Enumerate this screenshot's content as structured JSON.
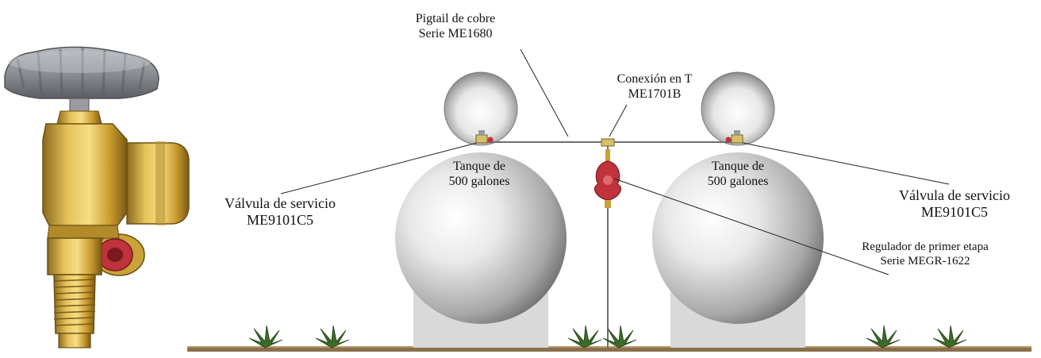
{
  "labels": {
    "pigtail": {
      "line1": "Pigtail de cobre",
      "line2": "Serie ME1680"
    },
    "tee": {
      "line1": "Conexión en T",
      "line2": "ME1701B"
    },
    "tank_left": {
      "line1": "Tanque de",
      "line2": "500 galones"
    },
    "tank_right": {
      "line1": "Tanque de",
      "line2": "500 galones"
    },
    "valve_left": {
      "line1": "Válvula de servicio",
      "line2": "ME9101C5"
    },
    "valve_right": {
      "line1": "Válvula de servicio",
      "line2": "ME9101C5"
    },
    "regulator": {
      "line1": "Regulador de primer etapa",
      "line2": "Serie MEGR-1622"
    }
  },
  "colors": {
    "tank_light": "#ffffff",
    "tank_dark": "#6e6e6e",
    "stand": "#d9d9d9",
    "ground": "#8a6f4a",
    "brass": "#c9a23a",
    "handwheel": "#8c8f94",
    "regulator": "#c0323c",
    "plant": "#3d6b2a"
  },
  "icons": [
    "service-valve-icon",
    "handwheel-icon",
    "regulator-icon",
    "plant-icon"
  ]
}
